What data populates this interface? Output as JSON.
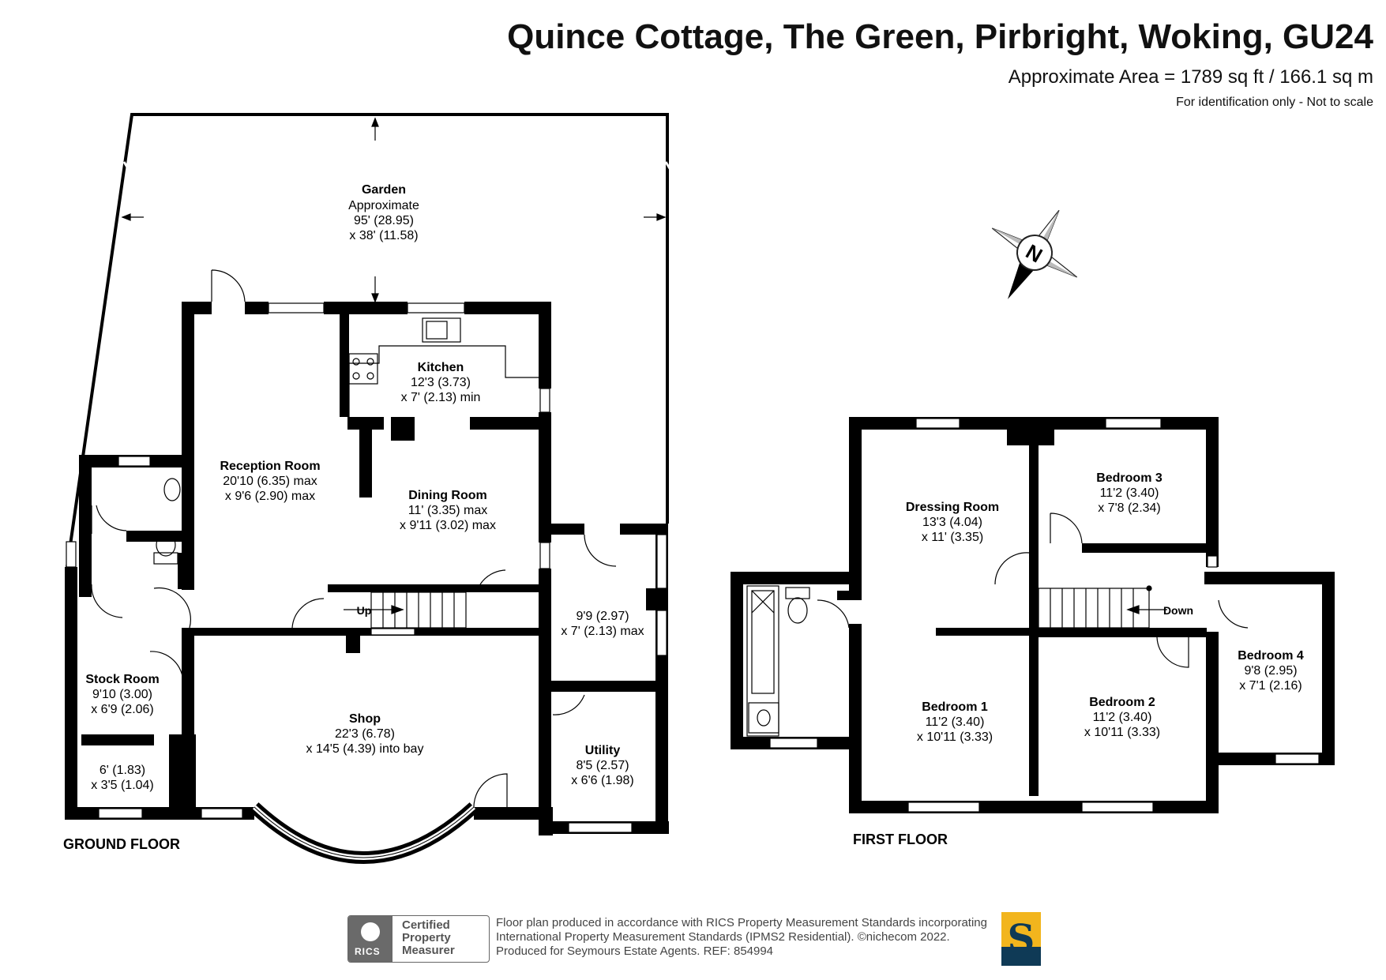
{
  "header": {
    "title": "Quince Cottage, The Green, Pirbright, Woking, GU24",
    "area": "Approximate Area = 1789 sq ft / 166.1 sq m",
    "identification": "For identification only - Not to scale"
  },
  "compass": {
    "label": "N"
  },
  "floors": {
    "ground": "GROUND FLOOR",
    "first": "FIRST FLOOR"
  },
  "stairs": {
    "up": "Up",
    "down": "Down"
  },
  "rooms": {
    "garden": {
      "name": "Garden",
      "line1": "Approximate",
      "line2": "95' (28.95)",
      "line3": "x 38' (11.58)"
    },
    "kitchen": {
      "name": "Kitchen",
      "line1": "12'3 (3.73)",
      "line2": "x 7' (2.13) min"
    },
    "reception": {
      "name": "Reception Room",
      "line1": "20'10 (6.35) max",
      "line2": "x 9'6 (2.90) max"
    },
    "dining": {
      "name": "Dining Room",
      "line1": "11' (3.35) max",
      "line2": "x 9'11 (3.02) max"
    },
    "hall": {
      "line1": "9'9 (2.97)",
      "line2": "x 7' (2.13) max"
    },
    "stock": {
      "name": "Stock Room",
      "line1": "9'10 (3.00)",
      "line2": "x 6'9 (2.06)"
    },
    "store": {
      "line1": "6' (1.83)",
      "line2": "x 3'5 (1.04)"
    },
    "shop": {
      "name": "Shop",
      "line1": "22'3 (6.78)",
      "line2": "x 14'5 (4.39) into bay"
    },
    "utility": {
      "name": "Utility",
      "line1": "8'5 (2.57)",
      "line2": "x 6'6 (1.98)"
    },
    "dressing": {
      "name": "Dressing Room",
      "line1": "13'3 (4.04)",
      "line2": "x 11' (3.35)"
    },
    "bed1": {
      "name": "Bedroom 1",
      "line1": "11'2 (3.40)",
      "line2": "x 10'11 (3.33)"
    },
    "bed2": {
      "name": "Bedroom 2",
      "line1": "11'2 (3.40)",
      "line2": "x 10'11 (3.33)"
    },
    "bed3": {
      "name": "Bedroom 3",
      "line1": "11'2 (3.40)",
      "line2": "x 7'8 (2.34)"
    },
    "bed4": {
      "name": "Bedroom 4",
      "line1": "9'8 (2.95)",
      "line2": "x 7'1 (2.16)"
    }
  },
  "footer": {
    "line1": "Floor plan produced in accordance with RICS Property Measurement Standards incorporating",
    "line2": "International Property Measurement Standards (IPMS2 Residential).  ©nichecom 2022.",
    "line3": "Produced for Seymours Estate Agents.   REF:  854994",
    "rics_line1": "Certified",
    "rics_line2": "Property",
    "rics_line3": "Measurer",
    "rics_mark": "RICS",
    "logo_letter": "S"
  },
  "colors": {
    "wall": "#000000",
    "logo_yellow": "#f2b51d",
    "logo_navy": "#0f3a56"
  }
}
